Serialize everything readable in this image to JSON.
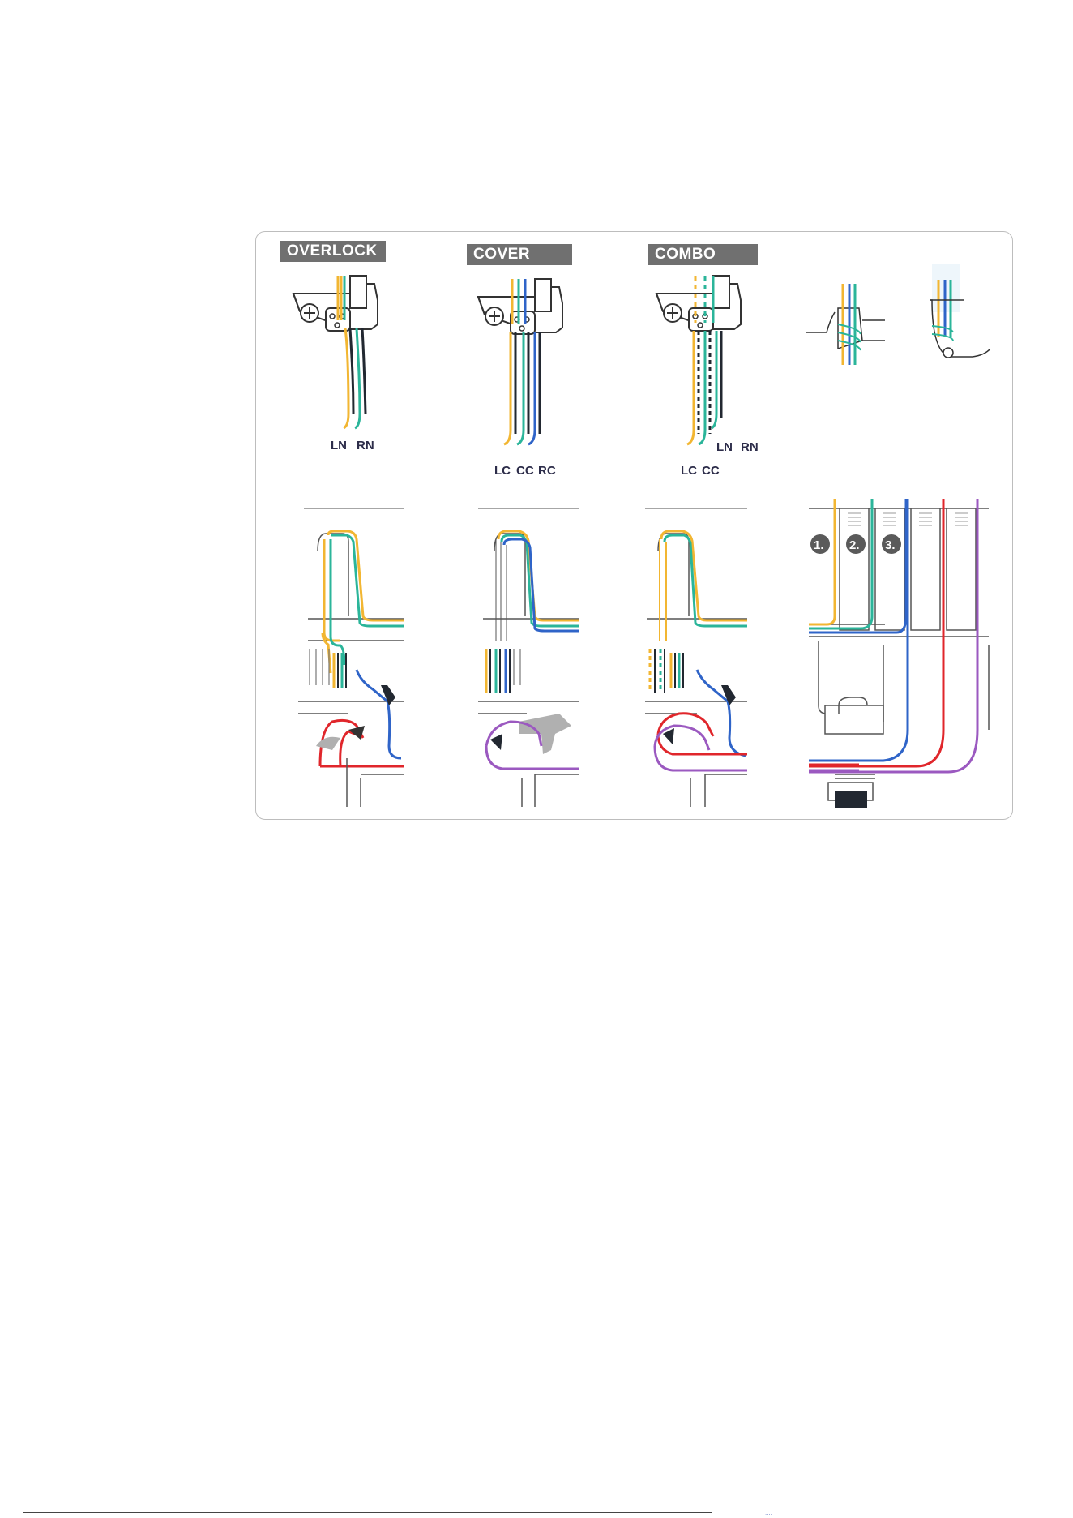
{
  "panels": {
    "overlock": {
      "title": "OVERLOCK",
      "labels": [
        "LN",
        "RN"
      ]
    },
    "cover": {
      "title": "COVER",
      "labels": [
        "LC",
        "CC",
        "RC"
      ]
    },
    "combo": {
      "title": "COMBO",
      "labels_top": [
        "LN",
        "RN"
      ],
      "labels_bottom": [
        "LC",
        "CC"
      ]
    }
  },
  "steps": [
    "1.",
    "2.",
    "3."
  ],
  "thread_colors": {
    "yellow": "#f2b632",
    "green": "#2bb59a",
    "blue": "#2f64c8",
    "red": "#e0262b",
    "purple": "#9b59c0",
    "dark": "#222831"
  },
  "footer": {
    "page_mark": "...."
  }
}
